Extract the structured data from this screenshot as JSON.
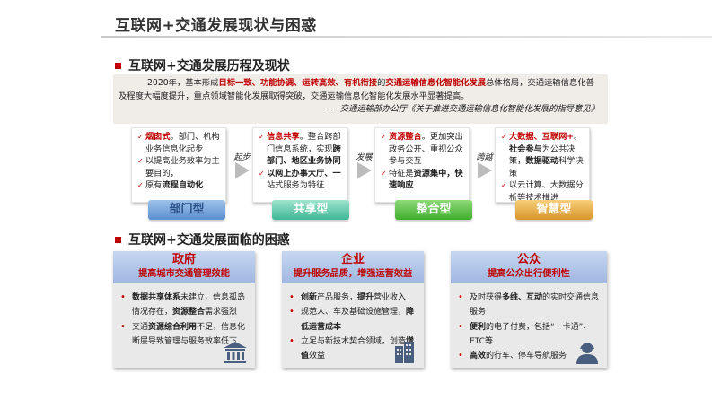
{
  "page": {
    "title": "互联网+交通发展现状与困惑"
  },
  "history": {
    "heading": "互联网+交通发展历程及现状",
    "intro": {
      "seg1": "2020年，基本形成",
      "hl1": "目标一致、功能协调、运转高效、有机衔接",
      "seg2": "的",
      "hl2": "交通运输信息化智能化发展",
      "seg3": "总体格局，交通运输信息化普及程度大幅度提升，重点领域智能化发展取得突破，交通运输信息化智能化发展水平显著提高。",
      "source": "——交通运输部办公厅《关于推进交通运输信息化智能化发展的指导意见》"
    },
    "stages": [
      {
        "badge": "部门型",
        "items": [
          {
            "hl": "烟囱式",
            "text": "。部门、机构业务信息化起步"
          },
          {
            "text": "以提高业务效率为主要目的，"
          },
          {
            "pre": "原有",
            "bold": "流程自动化"
          }
        ]
      },
      {
        "badge": "共享型",
        "items": [
          {
            "hl": "信息共享",
            "text": "。整合跨部门信息系统，实现",
            "bold": "跨部门、地区业务协同"
          },
          {
            "bold": "以网上办事大厅、一",
            "text": "站式服务为特征"
          }
        ]
      },
      {
        "badge": "整合型",
        "items": [
          {
            "hl": "资源整合",
            "text": "。更加突出政务公开、重视公众参与交互"
          },
          {
            "pre": "特征是",
            "bold": "资源集中，快速响应"
          }
        ]
      },
      {
        "badge": "智慧型",
        "items": [
          {
            "hl": "大数据、互联网+",
            "text": "。",
            "bold": "社会参与",
            "post": "为公共决策，",
            "bold2": "数据驱动",
            "post2": "科学决策"
          },
          {
            "text": "以云计算、大数据分析等技术推进"
          }
        ]
      }
    ],
    "arrows": [
      "起步",
      "发展",
      "跨越"
    ]
  },
  "dilemma": {
    "heading": "互联网+交通发展面临的困惑",
    "panels": [
      {
        "title": "政府",
        "subtitle": "提高城市交通管理效能",
        "icon": "government-building-icon",
        "items": [
          {
            "bold": "数据共享体系",
            "text": "未建立，信息孤岛情况存在，",
            "bold2": "资源整合",
            "text2": "需求强烈"
          },
          {
            "text": "交通",
            "bold": "资源综合利用",
            "text2": "不足，信息化断层导致管理与服务效率低下"
          }
        ]
      },
      {
        "title": "企业",
        "subtitle": "提升服务品质，增强运营效益",
        "icon": "office-building-icon",
        "items": [
          {
            "bold": "创新",
            "text": "产品服务，",
            "bold2": "提升",
            "text2": "营业收入"
          },
          {
            "text": "规范人、车及基础设施管理，",
            "bold": "降低运营成本"
          },
          {
            "text": "立足与新技术契合领域，创造",
            "bold": "增值",
            "text2": "效益"
          }
        ]
      },
      {
        "title": "公众",
        "subtitle": "提高公众出行便利性",
        "icon": "user-service-icon",
        "items": [
          {
            "text": "及时获得",
            "bold": "多维、互动",
            "text2": "的实时交通信息服务"
          },
          {
            "bold": "便利",
            "text": "的电子付费，包括“一卡通”、ETC等"
          },
          {
            "bold": "高效",
            "text": "的行车、停车导航服务"
          }
        ]
      }
    ]
  },
  "colors": {
    "accent_red": "#c00000",
    "panel_header": "#b3c7e8",
    "badge_blue": "#5c8fd0",
    "badge_teal": "#3fb796",
    "badge_green": "#3fae2c",
    "badge_gold": "#d8952a"
  }
}
